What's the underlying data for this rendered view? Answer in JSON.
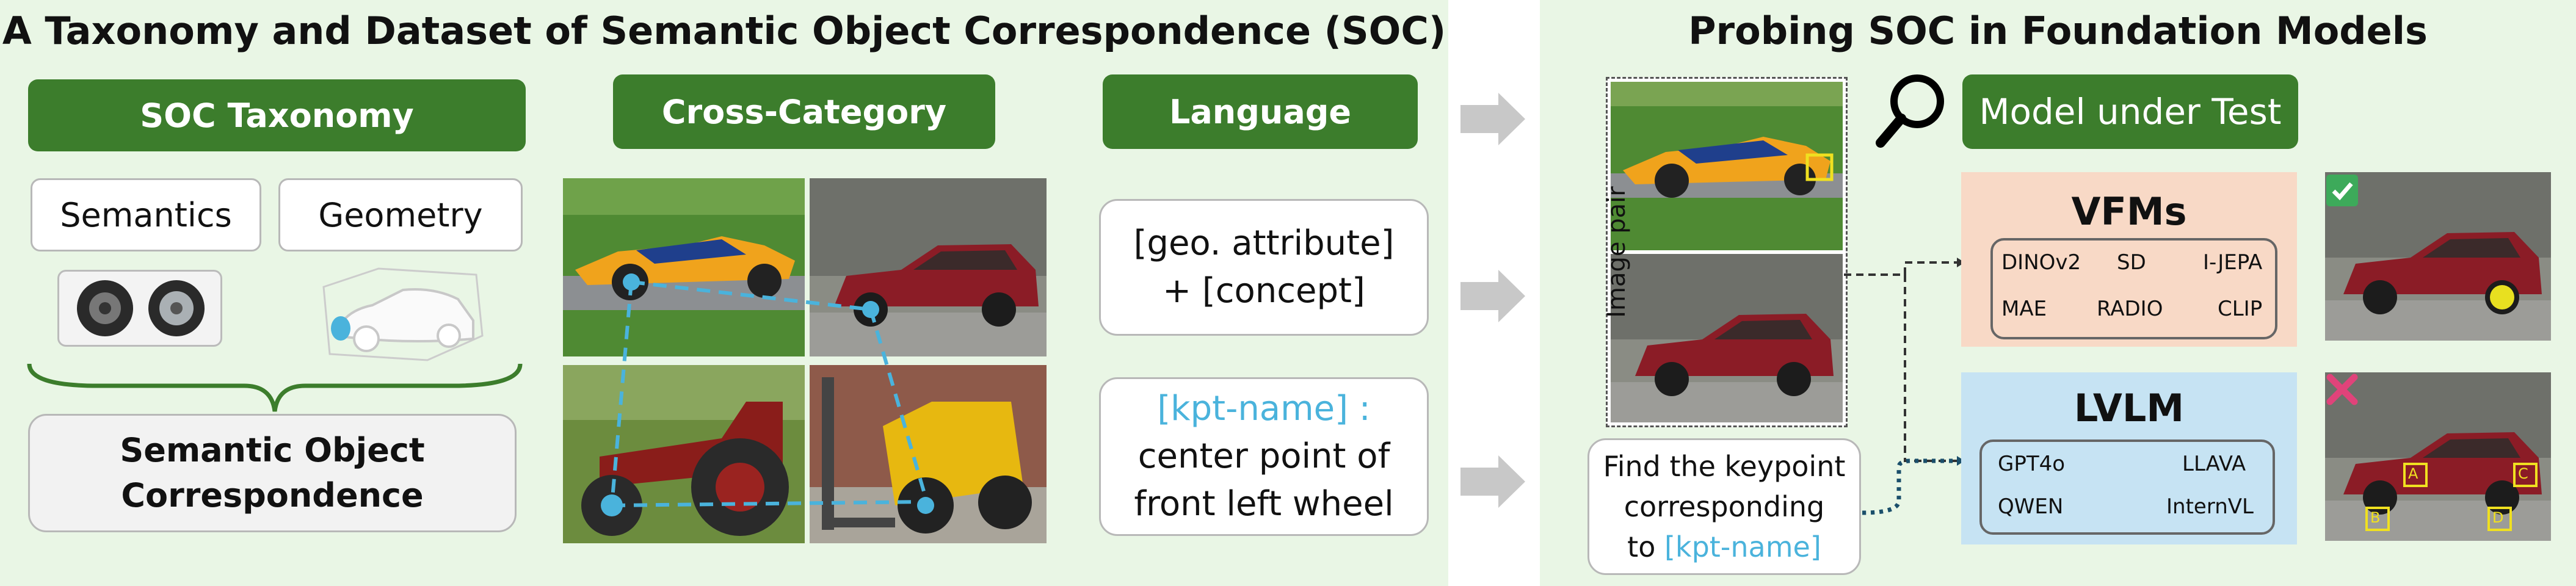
{
  "left_panel": {
    "title": "A Taxonomy and Dataset of Semantic Object Correspondence (SOC)",
    "taxonomy": {
      "header": "SOC Taxonomy",
      "semantics": "Semantics",
      "geometry": "Geometry",
      "result_line1": "Semantic Object",
      "result_line2": "Correspondence"
    },
    "cross_category": {
      "header": "Cross-Category"
    },
    "language": {
      "header": "Language",
      "template_line1": "[geo. attribute]",
      "template_line2": "+ [concept]",
      "kpt_tag": "[kpt-name] :",
      "example_line1": "center point of",
      "example_line2": "front left wheel"
    }
  },
  "right_panel": {
    "title": "Probing SOC in Foundation Models",
    "model_under_test": "Model under Test",
    "image_pair_label": "Image pair",
    "prompt_line1": "Find the keypoint",
    "prompt_line2": "corresponding",
    "prompt_line3_prefix": "to ",
    "prompt_line3_tag": "[kpt-name]",
    "vfms": {
      "title": "VFMs",
      "models": [
        "DINOv2",
        "SD",
        "I-JEPA",
        "MAE",
        "RADIO",
        "CLIP"
      ]
    },
    "lvlm": {
      "title": "LVLM",
      "models": [
        "GPT4o",
        "LLAVA",
        "QWEN",
        "InternVL"
      ]
    },
    "result_labels": [
      "A",
      "B",
      "C",
      "D"
    ]
  },
  "colors": {
    "panel_bg": "#e9f6e5",
    "button_green": "#3c7d2c",
    "kpt_blue": "#4ab3dc",
    "vfm_bg": "#f8d9c6",
    "lvlm_bg": "#c6e3f3",
    "check_green": "#3daa5a",
    "cross_pink": "#e0437a"
  },
  "icons": [
    "magnifier-icon",
    "check-icon",
    "cross-icon",
    "arrow-right-icon",
    "wheel-icon",
    "car-outline-icon"
  ]
}
